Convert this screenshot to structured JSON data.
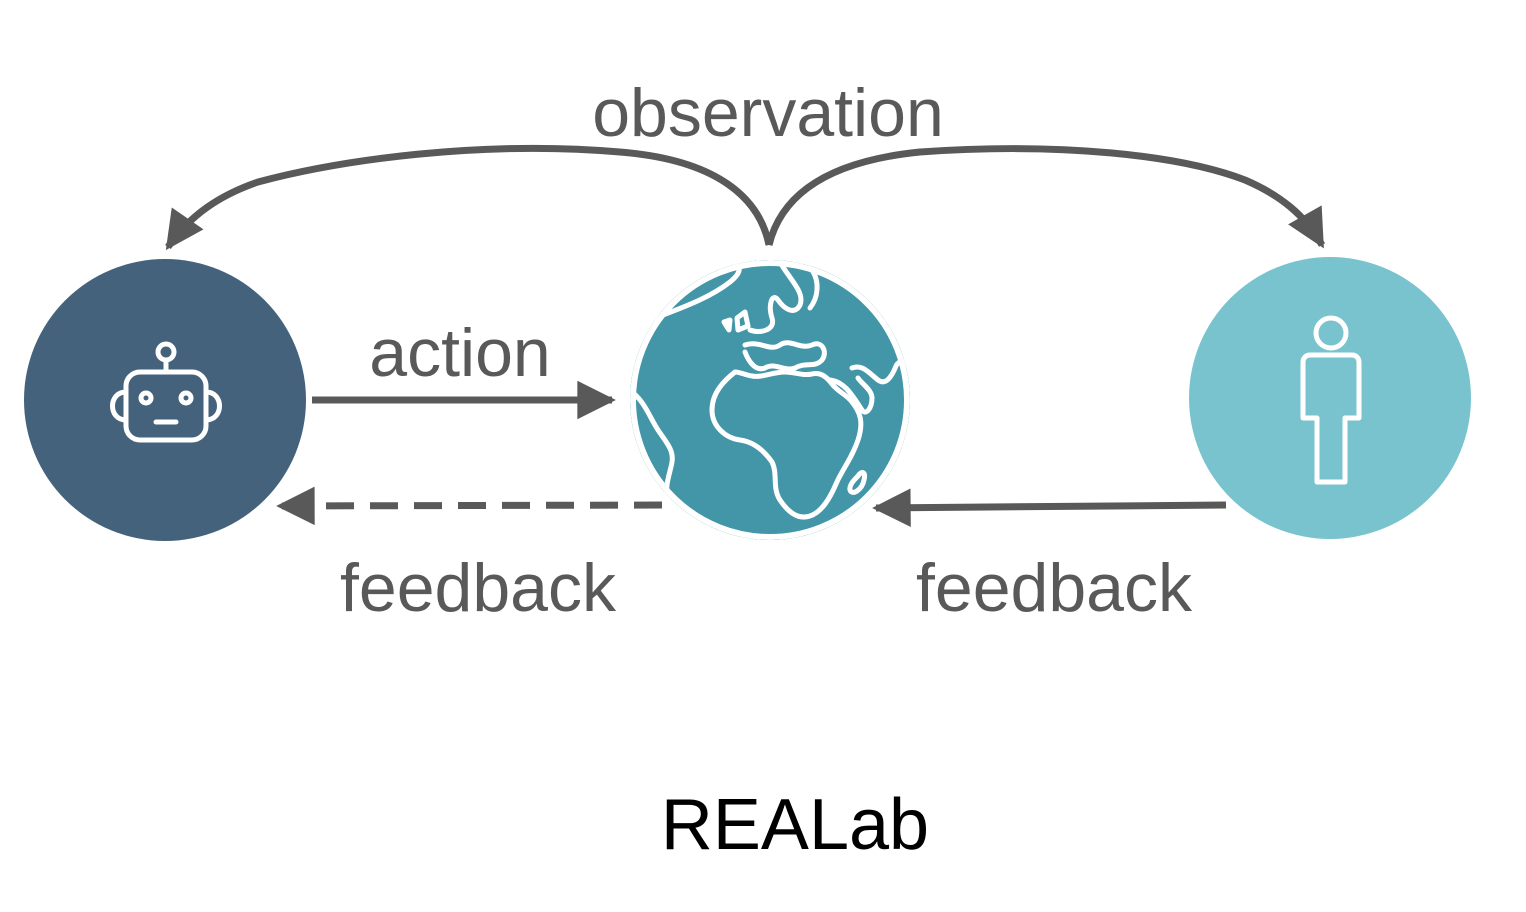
{
  "diagram": {
    "nodes": {
      "agent": {
        "icon": "robot-icon",
        "color": "#45627d"
      },
      "environment": {
        "icon": "globe-icon",
        "color": "#4395a8"
      },
      "human": {
        "icon": "person-icon",
        "color": "#79c3cf"
      }
    },
    "edges": {
      "observation_label": "observation",
      "action_label": "action",
      "feedback_left_label": "feedback",
      "feedback_right_label": "feedback"
    },
    "arrow_color": "#595959",
    "caption": "REALab"
  }
}
